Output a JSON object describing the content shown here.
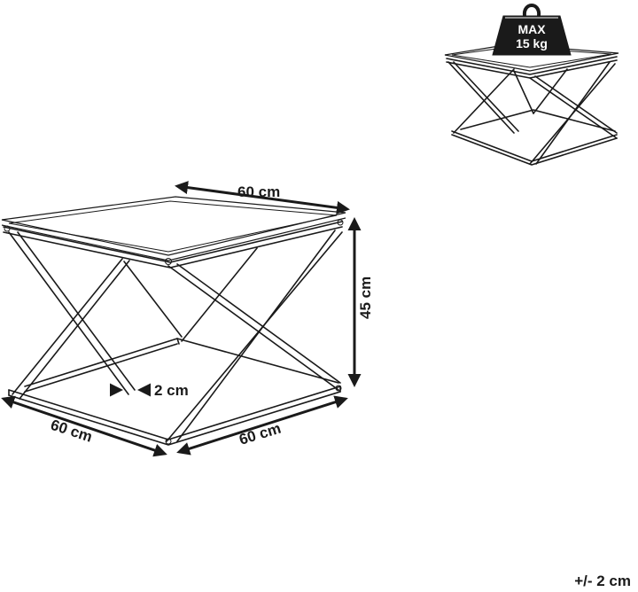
{
  "dimensions": {
    "top_width": "60 cm",
    "height": "45 cm",
    "frame_thickness": "2 cm",
    "base_depth_left": "60 cm",
    "base_depth_right": "60 cm"
  },
  "load": {
    "max_label": "MAX",
    "max_value": "15 kg"
  },
  "tolerance": "+/- 2 cm",
  "icons": [
    "weight-icon",
    "table-illustration"
  ]
}
